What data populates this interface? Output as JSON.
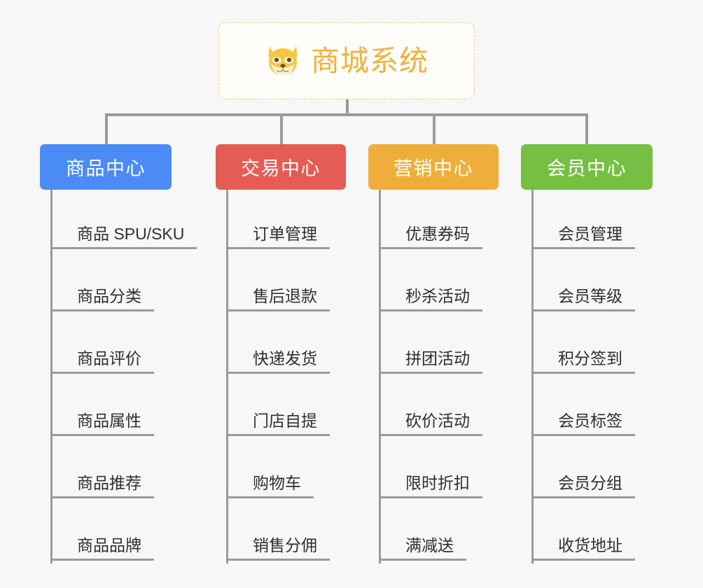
{
  "root": {
    "title": "商城系统",
    "icon": "shiba-dog-icon",
    "border_color": "#f0c675",
    "text_color": "#f2b03e",
    "background": "#fffefb"
  },
  "canvas": {
    "background": "#f7f7f7",
    "connector_color": "#9a9a9a"
  },
  "branches": [
    {
      "label": "商品中心",
      "color": "#4a8bf5",
      "items": [
        {
          "label": "商品 SPU/SKU"
        },
        {
          "label": "商品分类"
        },
        {
          "label": "商品评价"
        },
        {
          "label": "商品属性"
        },
        {
          "label": "商品推荐"
        },
        {
          "label": "商品品牌"
        }
      ]
    },
    {
      "label": "交易中心",
      "color": "#e45c54",
      "items": [
        {
          "label": "订单管理"
        },
        {
          "label": "售后退款"
        },
        {
          "label": "快递发货"
        },
        {
          "label": "门店自提"
        },
        {
          "label": "购物车"
        },
        {
          "label": "销售分佣"
        }
      ]
    },
    {
      "label": "营销中心",
      "color": "#efae3c",
      "items": [
        {
          "label": "优惠券码"
        },
        {
          "label": "秒杀活动"
        },
        {
          "label": "拼团活动"
        },
        {
          "label": "砍价活动"
        },
        {
          "label": "限时折扣"
        },
        {
          "label": "满减送"
        }
      ]
    },
    {
      "label": "会员中心",
      "color": "#76bf43",
      "items": [
        {
          "label": "会员管理"
        },
        {
          "label": "会员等级"
        },
        {
          "label": "积分签到"
        },
        {
          "label": "会员标签"
        },
        {
          "label": "会员分组"
        },
        {
          "label": "收货地址"
        }
      ]
    }
  ]
}
